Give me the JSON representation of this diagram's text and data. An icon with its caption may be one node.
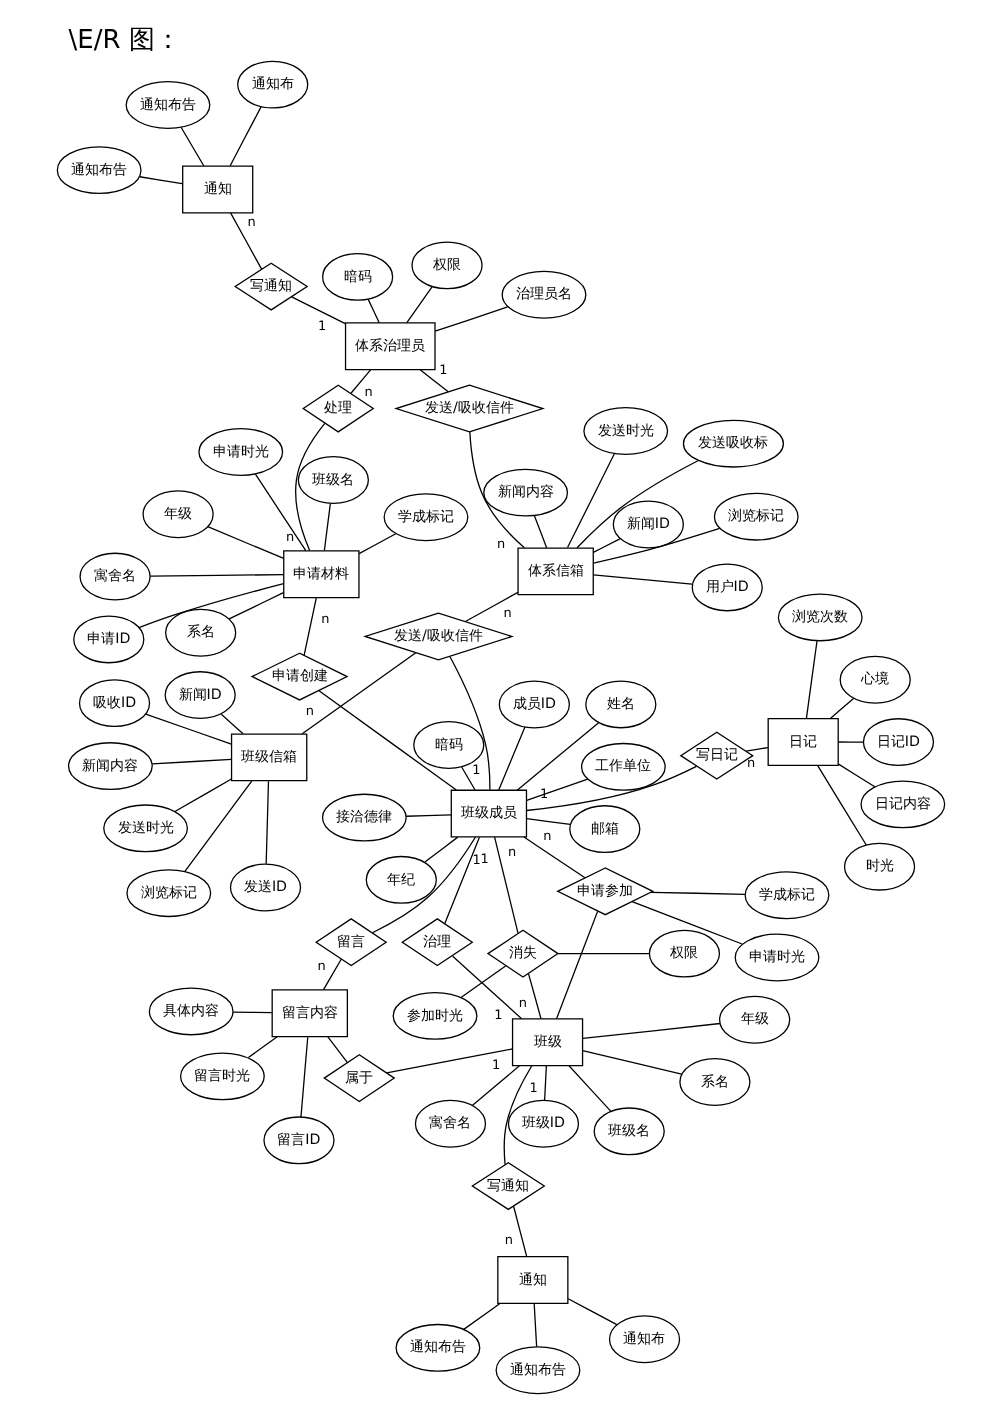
{
  "diagram": {
    "title": "\\E/R 图：",
    "nodes": [
      {
        "text": [
          "通知"
        ]
      },
      {
        "text": [
          "通知布"
        ]
      },
      {
        "text": [
          "通知布告"
        ]
      },
      {
        "text": [
          "通知布告"
        ]
      },
      {
        "text": [
          "留言ID"
        ]
      },
      {
        "text": [
          "具体内容"
        ]
      },
      {
        "text": [
          "留言内容"
        ]
      },
      {
        "text": [
          "属于"
        ]
      },
      {
        "text": [
          "留言时光"
        ]
      },
      {
        "text": [
          "日记ID"
        ]
      },
      {
        "text": [
          "日记内容"
        ]
      },
      {
        "text": [
          "时光"
        ]
      },
      {
        "text": [
          "心境"
        ]
      },
      {
        "text": [
          "日记"
        ]
      },
      {
        "text": [
          "浏览次数"
        ]
      },
      {
        "text": [
          "写通知"
        ]
      },
      {
        "text": [
          "留言"
        ]
      },
      {
        "text": [
          "写日记"
        ]
      },
      {
        "text": [
          "成员ID"
        ]
      },
      {
        "text": [
          "寓舍名"
        ]
      },
      {
        "text": [
          "治理"
        ]
      },
      {
        "text": [
          "暗码"
        ]
      },
      {
        "text": [
          "年级"
        ]
      },
      {
        "text": [
          "权限"
        ]
      },
      {
        "text": [
          "姓名"
        ]
      },
      {
        "text": [
          "班级名"
        ]
      },
      {
        "text": [
          "邮箱"
        ]
      },
      {
        "text": [
          "班级ID"
        ]
      },
      {
        "text": [
          "班级"
        ]
      },
      {
        "text": [
          "消失"
        ]
      },
      {
        "text": [
          "班级成员"
        ]
      },
      {
        "text": [
          "系名"
        ]
      },
      {
        "text": [
          "年纪"
        ]
      },
      {
        "text": [
          "参加时光"
        ]
      },
      {
        "text": [
          "学成标记"
        ]
      },
      {
        "text": [
          "发送ID"
        ]
      },
      {
        "text": [
          "吸收ID"
        ]
      },
      {
        "text": [
          "工作单位"
        ]
      },
      {
        "text": [
          "浏览标记"
        ]
      },
      {
        "text": [
          "接洽德律"
        ]
      },
      {
        "text": [
          "申请参加"
        ]
      },
      {
        "text": [
          "新闻内容"
        ]
      },
      {
        "text": [
          "发送时光"
        ]
      },
      {
        "text": [
          "申请创建"
        ]
      },
      {
        "text": [
          "新闻ID"
        ]
      },
      {
        "text": [
          "班级信箱"
        ]
      },
      {
        "text": [
          "申请时光"
        ]
      },
      {
        "text": [
          "发送/吸收信件"
        ]
      },
      {
        "text": [
          "发送吸收标"
        ]
      },
      {
        "text": [
          "浏览标记"
        ]
      },
      {
        "text": [
          "申请ID"
        ]
      },
      {
        "text": [
          "发送时光"
        ]
      },
      {
        "text": [
          "体系信箱"
        ]
      },
      {
        "text": [
          "新闻内容"
        ]
      },
      {
        "text": [
          "学成标记"
        ]
      },
      {
        "text": [
          "用户ID"
        ]
      },
      {
        "text": [
          "新闻ID"
        ]
      },
      {
        "text": [
          "申请时光"
        ]
      },
      {
        "text": [
          "申请材料"
        ]
      },
      {
        "text": [
          "寓舍名"
        ]
      },
      {
        "text": [
          "年级"
        ]
      },
      {
        "text": [
          "班级名"
        ]
      },
      {
        "text": [
          "系名"
        ]
      },
      {
        "text": [
          "发送/吸收信件"
        ]
      },
      {
        "text": [
          "处理"
        ]
      },
      {
        "text": [
          "权限"
        ]
      },
      {
        "text": [
          "体系治理员"
        ]
      },
      {
        "text": [
          "写通知"
        ]
      },
      {
        "text": [
          "通知"
        ]
      },
      {
        "text": [
          "通知布告"
        ]
      },
      {
        "text": [
          "暗码"
        ]
      },
      {
        "text": [
          "治理员名"
        ]
      },
      {
        "text": [
          "通知布"
        ]
      },
      {
        "text": [
          "通知布告"
        ]
      }
    ],
    "edges": [
      {
        "from": 0,
        "to": 1,
        "arrow": "none"
      },
      {
        "from": 0,
        "to": 2,
        "arrow": "none"
      },
      {
        "from": 0,
        "to": 3,
        "arrow": "none"
      },
      {
        "from": 6,
        "to": 4,
        "arrow": "none"
      },
      {
        "from": 6,
        "to": 5,
        "arrow": "none"
      },
      {
        "from": 6,
        "to": 8,
        "arrow": "none"
      },
      {
        "from": 13,
        "to": 9,
        "arrow": "none"
      },
      {
        "from": 13,
        "to": 10,
        "arrow": "none"
      },
      {
        "from": 13,
        "to": 11,
        "arrow": "none"
      },
      {
        "from": 13,
        "to": 12,
        "arrow": "none"
      },
      {
        "from": 13,
        "to": 14,
        "arrow": "none"
      },
      {
        "from": 28,
        "to": 19,
        "arrow": "none"
      },
      {
        "from": 28,
        "to": 22,
        "arrow": "none"
      },
      {
        "from": 28,
        "to": 25,
        "arrow": "none"
      },
      {
        "from": 28,
        "to": 27,
        "arrow": "none"
      },
      {
        "from": 28,
        "to": 31,
        "arrow": "none"
      },
      {
        "from": 30,
        "to": 18,
        "arrow": "none"
      },
      {
        "from": 30,
        "to": 21,
        "arrow": "none"
      },
      {
        "from": 30,
        "to": 24,
        "arrow": "none"
      },
      {
        "from": 30,
        "to": 26,
        "arrow": "none"
      },
      {
        "from": 30,
        "to": 32,
        "arrow": "none"
      },
      {
        "from": 30,
        "to": 37,
        "arrow": "none"
      },
      {
        "from": 30,
        "to": 39,
        "arrow": "none"
      },
      {
        "from": 29,
        "to": 23,
        "arrow": "none"
      },
      {
        "from": 29,
        "to": 33,
        "arrow": "none"
      },
      {
        "from": 40,
        "to": 34,
        "arrow": "none"
      },
      {
        "from": 40,
        "to": 46,
        "arrow": "none"
      },
      {
        "from": 45,
        "to": 35,
        "arrow": "none"
      },
      {
        "from": 45,
        "to": 36,
        "arrow": "none"
      },
      {
        "from": 45,
        "to": 38,
        "arrow": "none"
      },
      {
        "from": 45,
        "to": 41,
        "arrow": "none"
      },
      {
        "from": 45,
        "to": 42,
        "arrow": "none"
      },
      {
        "from": 45,
        "to": 44,
        "arrow": "none"
      },
      {
        "from": 52,
        "to": 48,
        "arrow": "none"
      },
      {
        "from": 52,
        "to": 49,
        "arrow": "none"
      },
      {
        "from": 52,
        "to": 51,
        "arrow": "none"
      },
      {
        "from": 52,
        "to": 53,
        "arrow": "none"
      },
      {
        "from": 52,
        "to": 55,
        "arrow": "none"
      },
      {
        "from": 52,
        "to": 56,
        "arrow": "none"
      },
      {
        "from": 58,
        "to": 50,
        "arrow": "none"
      },
      {
        "from": 58,
        "to": 54,
        "arrow": "none"
      },
      {
        "from": 58,
        "to": 57,
        "arrow": "none"
      },
      {
        "from": 58,
        "to": 59,
        "arrow": "none"
      },
      {
        "from": 58,
        "to": 60,
        "arrow": "none"
      },
      {
        "from": 58,
        "to": 61,
        "arrow": "none"
      },
      {
        "from": 58,
        "to": 62,
        "arrow": "none"
      },
      {
        "from": 66,
        "to": 65,
        "arrow": "none"
      },
      {
        "from": 66,
        "to": 70,
        "arrow": "none"
      },
      {
        "from": 66,
        "to": 71,
        "arrow": "none"
      },
      {
        "from": 68,
        "to": 69,
        "arrow": "none"
      },
      {
        "from": 68,
        "to": 72,
        "arrow": "none"
      },
      {
        "from": 68,
        "to": 73,
        "arrow": "none"
      },
      {
        "from": 0,
        "to": 15,
        "arrow": "none",
        "label": "n"
      },
      {
        "from": 15,
        "to": 28,
        "arrow": "none",
        "label": "1"
      },
      {
        "from": 7,
        "to": 6,
        "arrow": "none"
      },
      {
        "from": 7,
        "to": 28,
        "arrow": "none",
        "label": "1"
      },
      {
        "from": 6,
        "to": 16,
        "arrow": "none",
        "label": "n"
      },
      {
        "from": 16,
        "to": 30,
        "arrow": "none",
        "label": "1"
      },
      {
        "from": 13,
        "to": 17,
        "arrow": "none",
        "label": "n"
      },
      {
        "from": 17,
        "to": 30,
        "arrow": "none",
        "label": "1"
      },
      {
        "from": 28,
        "to": 20,
        "arrow": "none",
        "label": "1"
      },
      {
        "from": 20,
        "to": 30,
        "arrow": "none",
        "label": "1"
      },
      {
        "from": 28,
        "to": 29,
        "arrow": "none",
        "label": "n"
      },
      {
        "from": 29,
        "to": 30,
        "arrow": "none",
        "label": "n"
      },
      {
        "from": 28,
        "to": 40,
        "arrow": "none"
      },
      {
        "from": 40,
        "to": 30,
        "arrow": "none",
        "label": "n"
      },
      {
        "from": 30,
        "to": 43,
        "arrow": "none"
      },
      {
        "from": 43,
        "to": 58,
        "arrow": "none",
        "label": "n"
      },
      {
        "from": 45,
        "to": 47,
        "arrow": "none",
        "label": "n"
      },
      {
        "from": 52,
        "to": 47,
        "arrow": "none",
        "label": "n"
      },
      {
        "from": 30,
        "to": 47,
        "arrow": "none",
        "label": "1"
      },
      {
        "from": 52,
        "to": 63,
        "arrow": "none",
        "label": "n"
      },
      {
        "from": 63,
        "to": 66,
        "arrow": "none",
        "label": "1"
      },
      {
        "from": 66,
        "to": 64,
        "arrow": "none",
        "label": "n"
      },
      {
        "from": 64,
        "to": 58,
        "arrow": "none",
        "label": "n"
      },
      {
        "from": 66,
        "to": 67,
        "arrow": "none",
        "label": "1"
      },
      {
        "from": 67,
        "to": 68,
        "arrow": "none",
        "label": "n"
      }
    ]
  }
}
